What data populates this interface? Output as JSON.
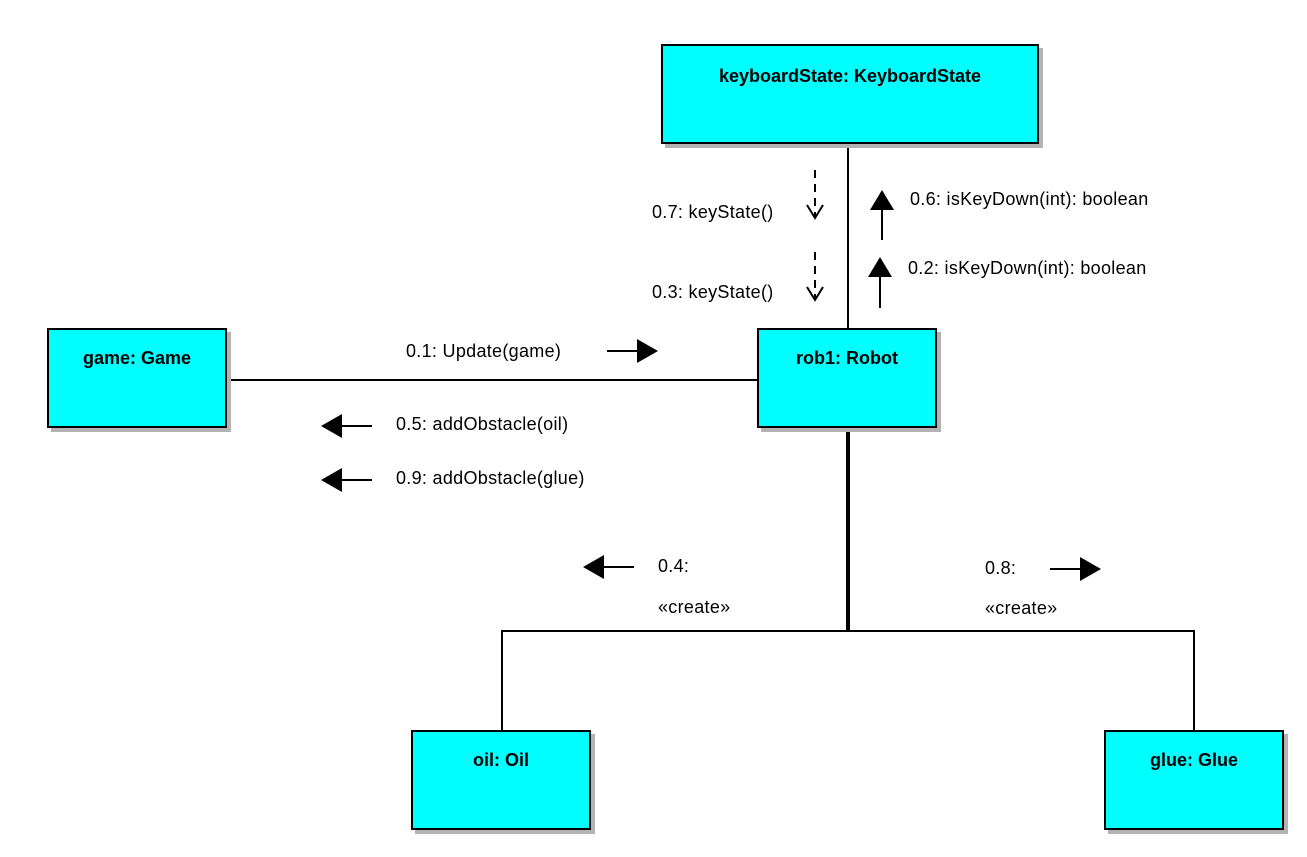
{
  "objects": {
    "keyboard": {
      "label": "keyboardState: KeyboardState"
    },
    "game": {
      "label": "game: Game"
    },
    "robot": {
      "label": "rob1: Robot"
    },
    "oil": {
      "label": "oil: Oil"
    },
    "glue": {
      "label": "glue: Glue"
    }
  },
  "messages": {
    "m07": "0.7: keyState()",
    "m03": "0.3: keyState()",
    "m06": "0.6: isKeyDown(int): boolean",
    "m02": "0.2: isKeyDown(int): boolean",
    "m01": "0.1: Update(game)",
    "m05": "0.5: addObstacle(oil)",
    "m09": "0.9: addObstacle(glue)",
    "m04": "0.4:",
    "m08": "0.8:",
    "create_left": "«create»",
    "create_right": "«create»"
  },
  "colors": {
    "object_fill": "#00ffff",
    "shadow": "#b3b3b3",
    "line": "#000000"
  }
}
